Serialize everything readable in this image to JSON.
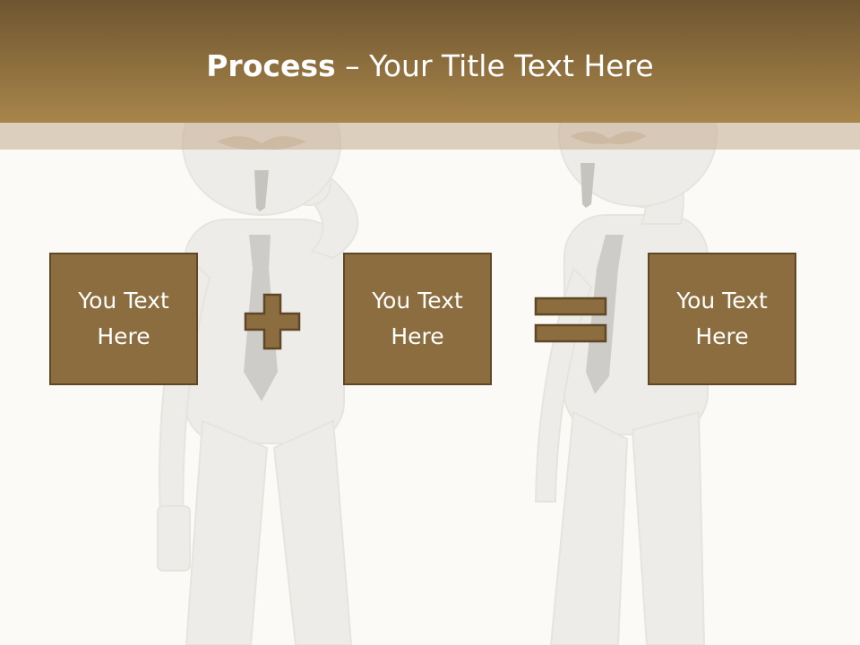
{
  "slide": {
    "title_bold": "Process",
    "title_rest": " – Your Title Text Here",
    "boxes": [
      {
        "text": "You Text Here"
      },
      {
        "text": "You Text Here"
      },
      {
        "text": "You Text Here"
      }
    ],
    "operators": {
      "plus": "plus-icon",
      "equals": "equals-icon"
    },
    "colors": {
      "header_top": "#6f5630",
      "header_bottom": "#a8854a",
      "box_fill": "#8c6d3f",
      "box_border": "#5f4625",
      "background": "#fbfaf7"
    }
  }
}
